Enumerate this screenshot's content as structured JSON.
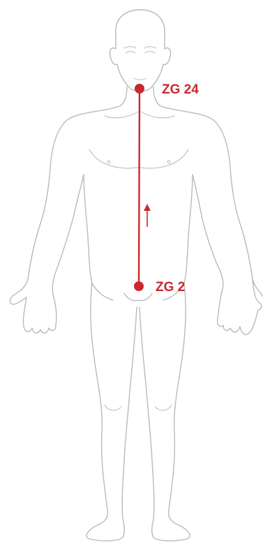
{
  "colors": {
    "meridian": "#c8282e",
    "outline": "#b9b9b9",
    "background": "#ffffff"
  },
  "points": [
    {
      "id": "zg24",
      "label": "ZG 24"
    },
    {
      "id": "zg2",
      "label": "ZG 2"
    }
  ],
  "flow_direction": "upward"
}
